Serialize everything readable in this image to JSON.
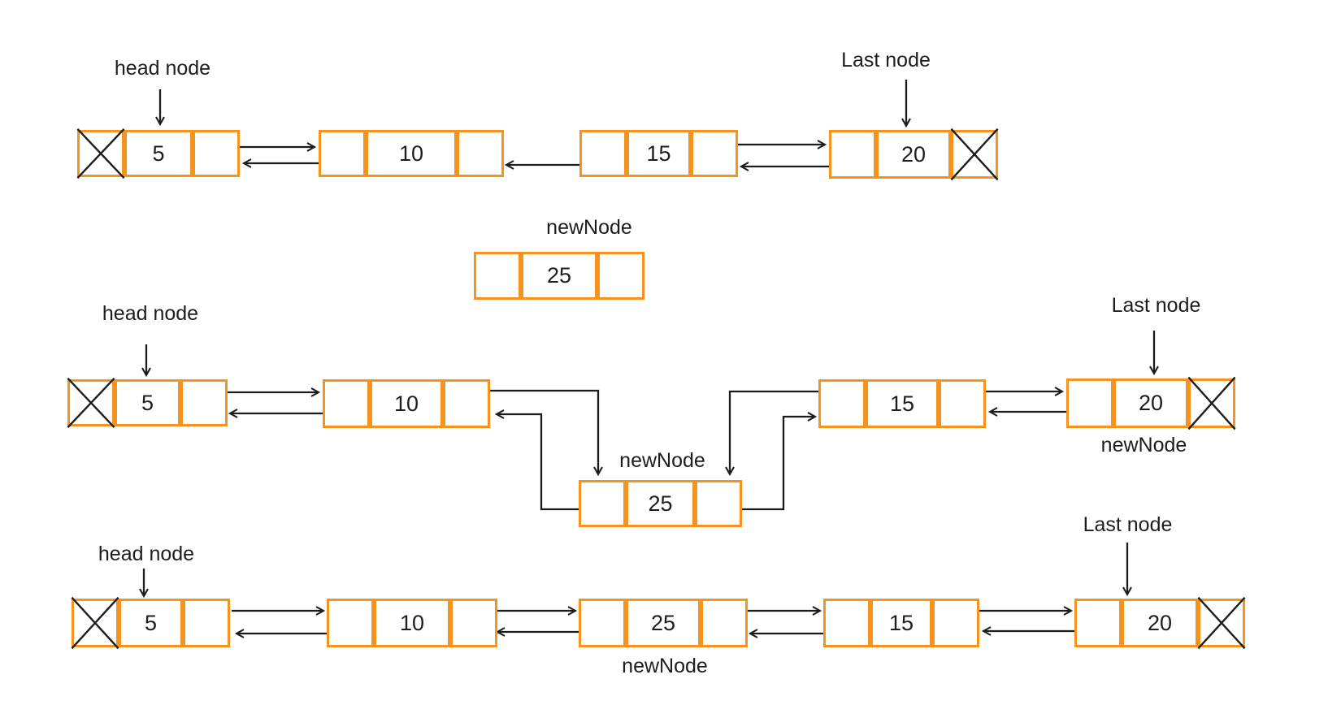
{
  "colors": {
    "node_border": "#F6921E",
    "arrow": "#1C1C1C",
    "text": "#1D1D1D",
    "background": "#FFFFFF"
  },
  "step1": {
    "head_label": "head node",
    "last_label": "Last node",
    "nodes": {
      "n5": "5",
      "n10": "10",
      "n15": "15",
      "n20": "20"
    }
  },
  "detached": {
    "label": "newNode",
    "value": "25"
  },
  "step2": {
    "head_label": "head node",
    "last_label": "Last node",
    "new_label": "newNode",
    "tail_new_label": "newNode",
    "nodes": {
      "n5": "5",
      "n10": "10",
      "n25": "25",
      "n15": "15",
      "n20": "20"
    }
  },
  "step3": {
    "head_label": "head node",
    "last_label": "Last node",
    "new_label": "newNode",
    "nodes": {
      "n5": "5",
      "n10": "10",
      "n25": "25",
      "n15": "15",
      "n20": "20"
    }
  }
}
